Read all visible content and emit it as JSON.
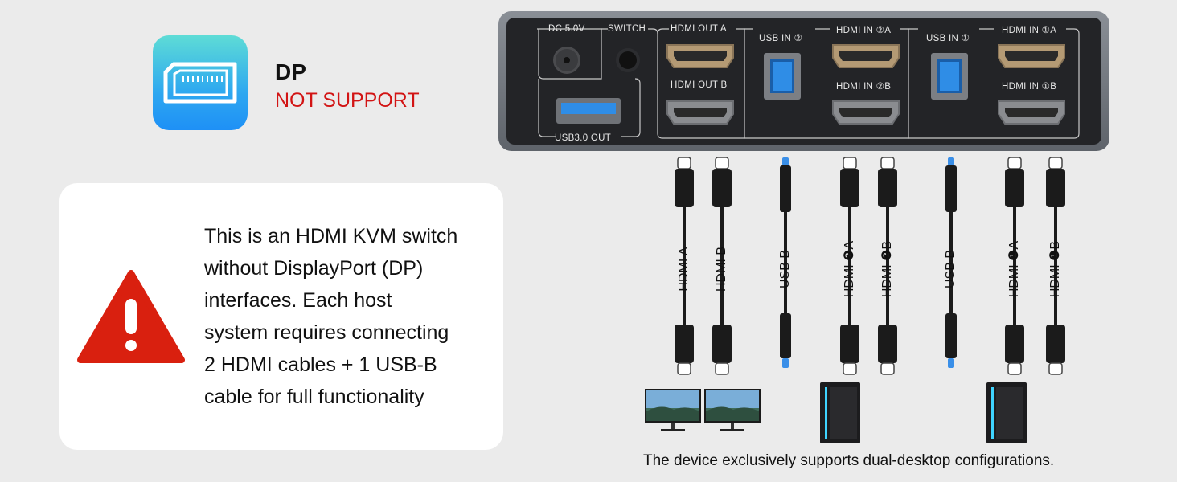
{
  "dp": {
    "title": "DP",
    "subtitle": "NOT SUPPORT",
    "icon": "displayport-icon"
  },
  "warning": {
    "icon": "warning-triangle-icon",
    "lines": [
      "This is an HDMI KVM switch",
      "without DisplayPort (DP)",
      "interfaces. Each host",
      "system requires connecting",
      "2 HDMI cables + 1 USB-B",
      "cable for full functionality"
    ]
  },
  "device": {
    "dc": "DC 5.0V",
    "switch": "SWITCH",
    "hdmi_out_a": "HDMI OUT A",
    "hdmi_out_b": "HDMI OUT B",
    "usb_out": "USB3.0 OUT",
    "usb_in_2": "USB IN ②",
    "hdmi_in_2a": "HDMI IN ②A",
    "hdmi_in_2b": "HDMI IN ②B",
    "usb_in_1": "USB IN ①",
    "hdmi_in_1a": "HDMI IN ①A",
    "hdmi_in_1b": "HDMI IN ①B"
  },
  "cables": {
    "c1": "HDMI A",
    "c2": "HDMI B",
    "c3": "USB B",
    "c4": "HDMI ❷A",
    "c5": "HDMI ❷B",
    "c6": "USB B",
    "c7": "HDMI ❶A",
    "c8": "HDMI ❶B"
  },
  "footer": "The device exclusively supports dual-desktop configurations.",
  "colors": {
    "background": "#ebebeb",
    "warning_red": "#d9200f",
    "not_support_red": "#d21414",
    "usb_blue": "#2f8de6"
  }
}
